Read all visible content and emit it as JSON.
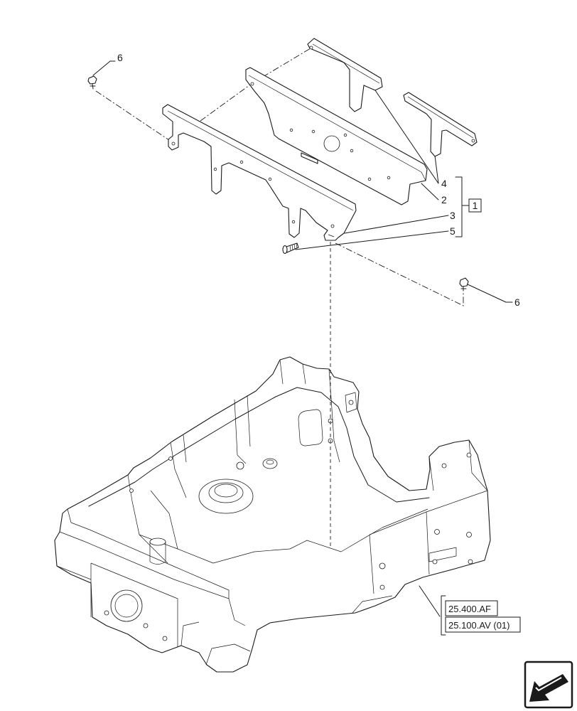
{
  "colors": {
    "line": "#1a1a1a",
    "background": "#ffffff"
  },
  "callouts": {
    "bolt_upper_left": "6",
    "bolt_right": "6",
    "item_4": "4",
    "item_2": "2",
    "item_3": "3",
    "item_5": "5",
    "assembly": "1"
  },
  "references": [
    "25.400.AF",
    "25.100.AV (01)"
  ],
  "icons": {
    "navigation": "navigation-arrow-icon"
  }
}
